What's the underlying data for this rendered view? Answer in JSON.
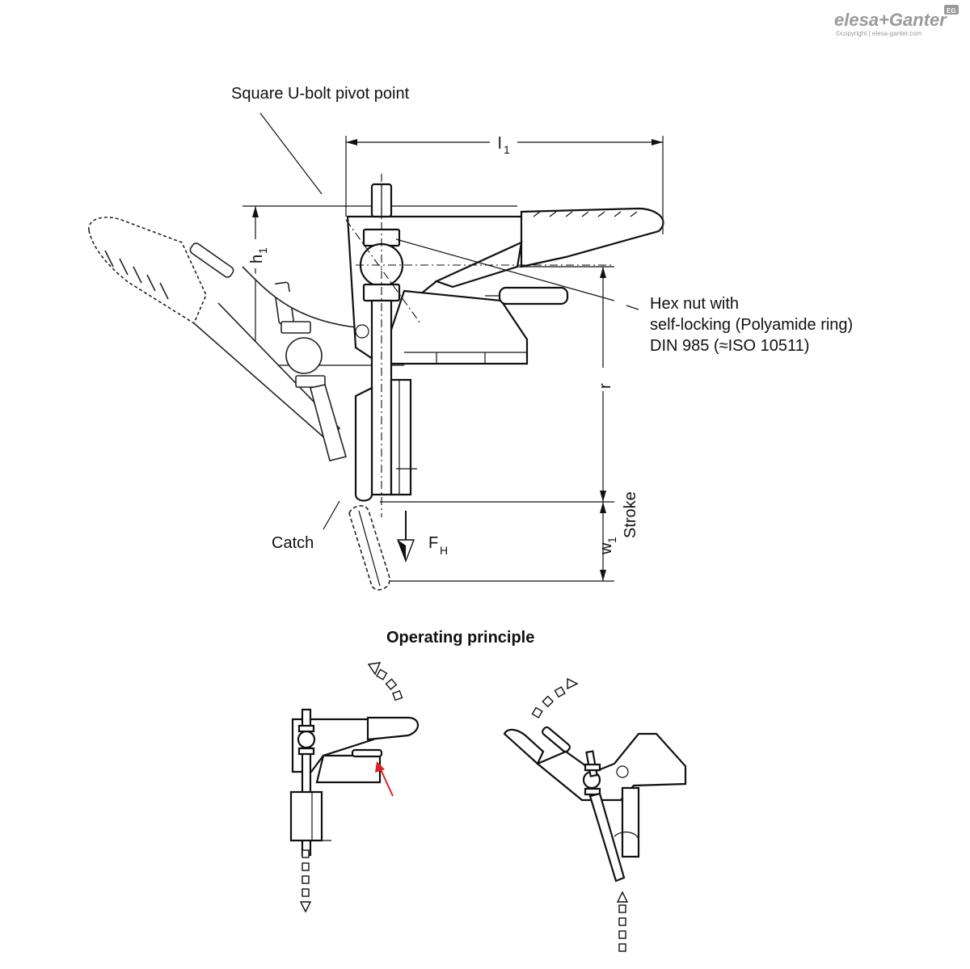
{
  "brand": {
    "name": "elesa+Ganter",
    "copyright": "©copyright | elesa-ganter.com",
    "badge": "EG"
  },
  "labels": {
    "pivot": "Square U-bolt pivot point",
    "hex_nut_line1": "Hex nut with",
    "hex_nut_line2": "self-locking (Polyamide ring)",
    "hex_nut_line3": "DIN 985 (≈ISO 10511)",
    "catch": "Catch",
    "stroke": "Stroke"
  },
  "dimensions": {
    "l1": "l",
    "l1_sub": "1",
    "h1": "h",
    "h1_sub": "1",
    "r": "r",
    "w1": "w",
    "w1_sub": "1",
    "fh": "F",
    "fh_sub": "H"
  },
  "section": {
    "title": "Operating principle"
  },
  "colors": {
    "line": "#111111",
    "accent_arrow": "#e02020",
    "brand_grey": "#9a9a9a"
  }
}
